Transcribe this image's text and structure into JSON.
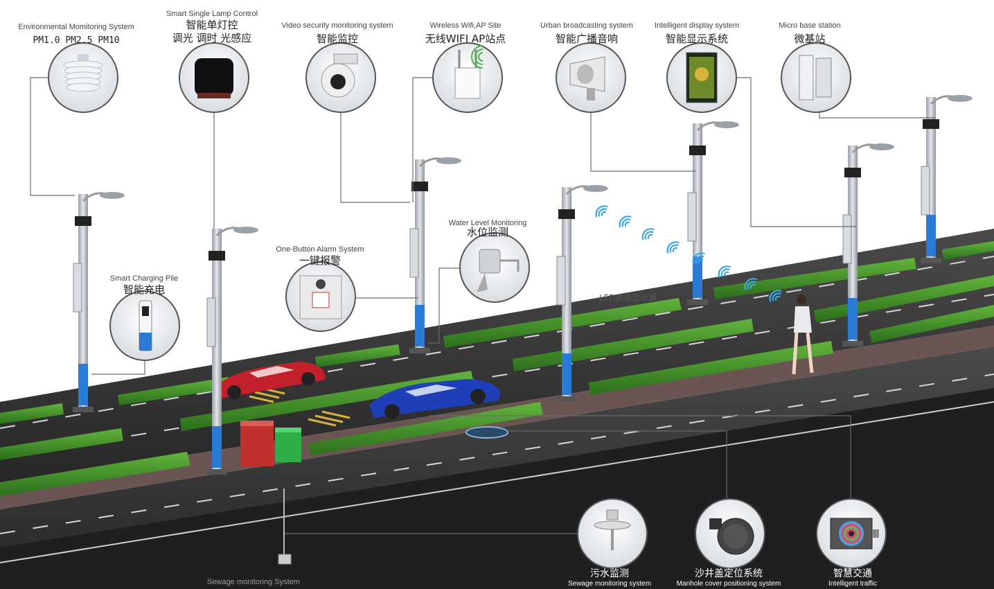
{
  "top_components": [
    {
      "en": "Environmental Momitoring System",
      "cn": "PM1.0 PM2.5 PM10",
      "icon": "air-sensor-icon"
    },
    {
      "en": "Smart Single Lamp Control",
      "cn": "智能单灯控",
      "cn2": "调光 调时 光感应",
      "icon": "lamp-controller-icon"
    },
    {
      "en": "Video security monitoring system",
      "cn": "智能监控",
      "icon": "dome-camera-icon"
    },
    {
      "en": "Wireless Wifi,AP Site",
      "cn": "无线WIFI AP站点",
      "icon": "wifi-router-icon"
    },
    {
      "en": "Urban broadcasting system",
      "cn": "智能广播音响",
      "icon": "speaker-horn-icon"
    },
    {
      "en": "Intelligent display system",
      "cn": "智能显示系统",
      "icon": "led-display-icon"
    },
    {
      "en": "Micro base station",
      "cn": "微基站",
      "icon": "base-station-icon"
    }
  ],
  "middle_components": [
    {
      "en": "Smart Charging Pile",
      "cn": "智能充电",
      "icon": "charging-pile-icon"
    },
    {
      "en": "One-Button Alarm System",
      "cn": "一键报警",
      "icon": "alarm-button-icon"
    },
    {
      "en": "Water Level Monitoring",
      "cn": "水位监测",
      "icon": "water-level-sensor-icon"
    }
  ],
  "bottom_components": [
    {
      "cn": "污水监测",
      "en": "Sewage monitoring system",
      "icon": "sewage-sensor-icon"
    },
    {
      "cn": "沙井盖定位系统",
      "en": "Manhole cover positioning system",
      "icon": "manhole-cover-icon"
    },
    {
      "cn": "智慧交通",
      "en": "Intelligent traffic",
      "icon": "traffic-target-icon"
    }
  ],
  "ghost_label": "Sewage monitoring System",
  "led_label": "LED高清显示屏",
  "colors": {
    "road": "#3a3a3a",
    "sidewalk": "#5a4a48",
    "hedge": "#3f8f2a",
    "pole": "#b9bcc2",
    "pole_accent": "#2a7bd6",
    "wifi": "#3da7e6",
    "leader": "#6b6b6b",
    "red_box": "#c0302c",
    "green_box": "#2fae48",
    "red_car": "#c2202a",
    "blue_car": "#1f3fb8"
  }
}
